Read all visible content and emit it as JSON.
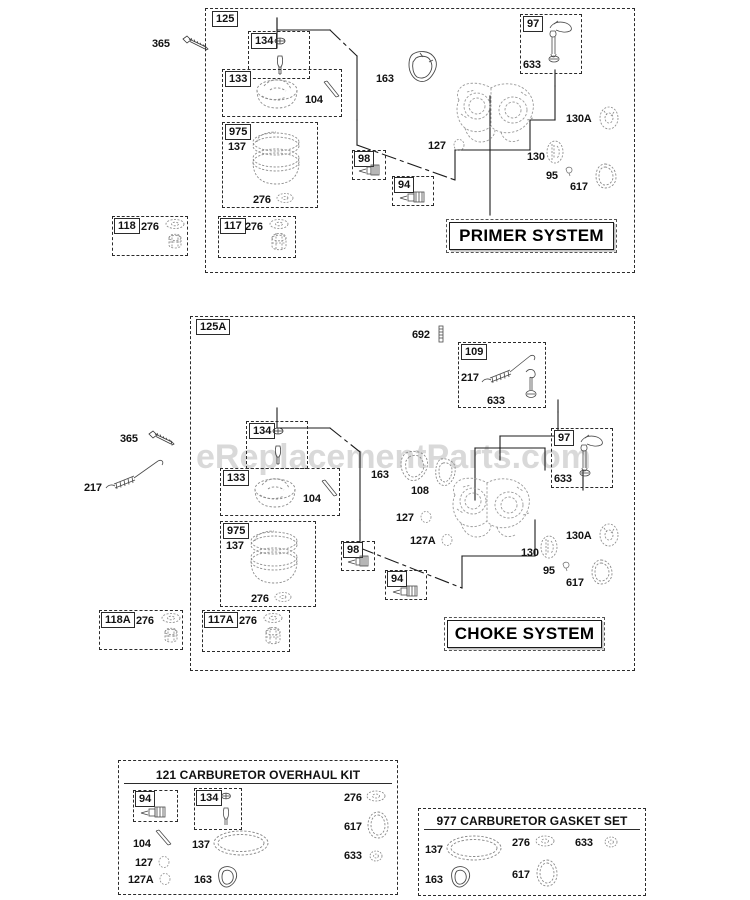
{
  "watermark": {
    "text": "eReplacementParts.com"
  },
  "sections": [
    {
      "id": "primer",
      "frame_ref": "125",
      "title": "PRIMER SYSTEM",
      "callouts": [
        {
          "ref": "365"
        },
        {
          "ref": "134"
        },
        {
          "ref": "133"
        },
        {
          "ref": "104"
        },
        {
          "ref": "975"
        },
        {
          "ref": "137"
        },
        {
          "ref": "276"
        },
        {
          "ref": "163"
        },
        {
          "ref": "97"
        },
        {
          "ref": "633"
        },
        {
          "ref": "127"
        },
        {
          "ref": "130A"
        },
        {
          "ref": "130"
        },
        {
          "ref": "95"
        },
        {
          "ref": "617"
        },
        {
          "ref": "98"
        },
        {
          "ref": "94"
        },
        {
          "ref": "118"
        },
        {
          "ref": "117"
        }
      ],
      "sub_boxes": [
        {
          "ref": "118",
          "items": [
            "276"
          ]
        },
        {
          "ref": "117",
          "items": [
            "276"
          ]
        }
      ]
    },
    {
      "id": "choke",
      "frame_ref": "125A",
      "title": "CHOKE SYSTEM",
      "callouts": [
        {
          "ref": "692"
        },
        {
          "ref": "109"
        },
        {
          "ref": "217"
        },
        {
          "ref": "633"
        },
        {
          "ref": "365"
        },
        {
          "ref": "134"
        },
        {
          "ref": "133"
        },
        {
          "ref": "104"
        },
        {
          "ref": "975"
        },
        {
          "ref": "137"
        },
        {
          "ref": "276"
        },
        {
          "ref": "163"
        },
        {
          "ref": "108"
        },
        {
          "ref": "127"
        },
        {
          "ref": "127A"
        },
        {
          "ref": "97"
        },
        {
          "ref": "130"
        },
        {
          "ref": "130A"
        },
        {
          "ref": "95"
        },
        {
          "ref": "617"
        },
        {
          "ref": "98"
        },
        {
          "ref": "94"
        },
        {
          "ref": "118A"
        },
        {
          "ref": "117A"
        }
      ],
      "sub_boxes": [
        {
          "ref": "118A",
          "items": [
            "276"
          ]
        },
        {
          "ref": "117A",
          "items": [
            "276"
          ]
        }
      ]
    }
  ],
  "kits": [
    {
      "id": "overhaul",
      "number": "121",
      "title": "121 CARBURETOR OVERHAUL KIT",
      "items": [
        "94",
        "134",
        "276",
        "104",
        "617",
        "127",
        "137",
        "633",
        "127A",
        "163"
      ]
    },
    {
      "id": "gasket",
      "number": "977",
      "title": "977 CARBURETOR GASKET SET",
      "items": [
        "137",
        "276",
        "633",
        "163",
        "617"
      ]
    }
  ],
  "primer": {
    "frame_tab": "125",
    "l_365": "365",
    "l_134": "134",
    "l_133": "133",
    "l_104": "104",
    "l_975": "975",
    "l_137": "137",
    "l_276_975": "276",
    "l_163": "163",
    "l_97": "97",
    "l_633": "633",
    "l_127": "127",
    "l_130A": "130A",
    "l_130": "130",
    "l_95": "95",
    "l_617": "617",
    "l_98": "98",
    "l_94": "94",
    "l_118": "118",
    "l_118_276": "276",
    "l_117": "117",
    "l_117_276": "276",
    "title": "PRIMER SYSTEM"
  },
  "choke": {
    "frame_tab": "125A",
    "l_692": "692",
    "l_109": "109",
    "l_217_box": "217",
    "l_633_box": "633",
    "l_365": "365",
    "l_217": "217",
    "l_134": "134",
    "l_133": "133",
    "l_104": "104",
    "l_975": "975",
    "l_137": "137",
    "l_276_975": "276",
    "l_163": "163",
    "l_108": "108",
    "l_127": "127",
    "l_127A": "127A",
    "l_97": "97",
    "l_633": "633",
    "l_130": "130",
    "l_130A": "130A",
    "l_95": "95",
    "l_617": "617",
    "l_98": "98",
    "l_94": "94",
    "l_118A": "118A",
    "l_118A_276": "276",
    "l_117A": "117A",
    "l_117A_276": "276",
    "title": "CHOKE SYSTEM"
  },
  "overhaul_kit": {
    "title": "121 CARBURETOR OVERHAUL KIT",
    "l_94": "94",
    "l_134": "134",
    "l_276": "276",
    "l_104": "104",
    "l_617": "617",
    "l_127": "127",
    "l_137": "137",
    "l_633": "633",
    "l_127A": "127A",
    "l_163": "163"
  },
  "gasket_set": {
    "title": "977 CARBURETOR GASKET SET",
    "l_137": "137",
    "l_276": "276",
    "l_633": "633",
    "l_163": "163",
    "l_617": "617"
  }
}
